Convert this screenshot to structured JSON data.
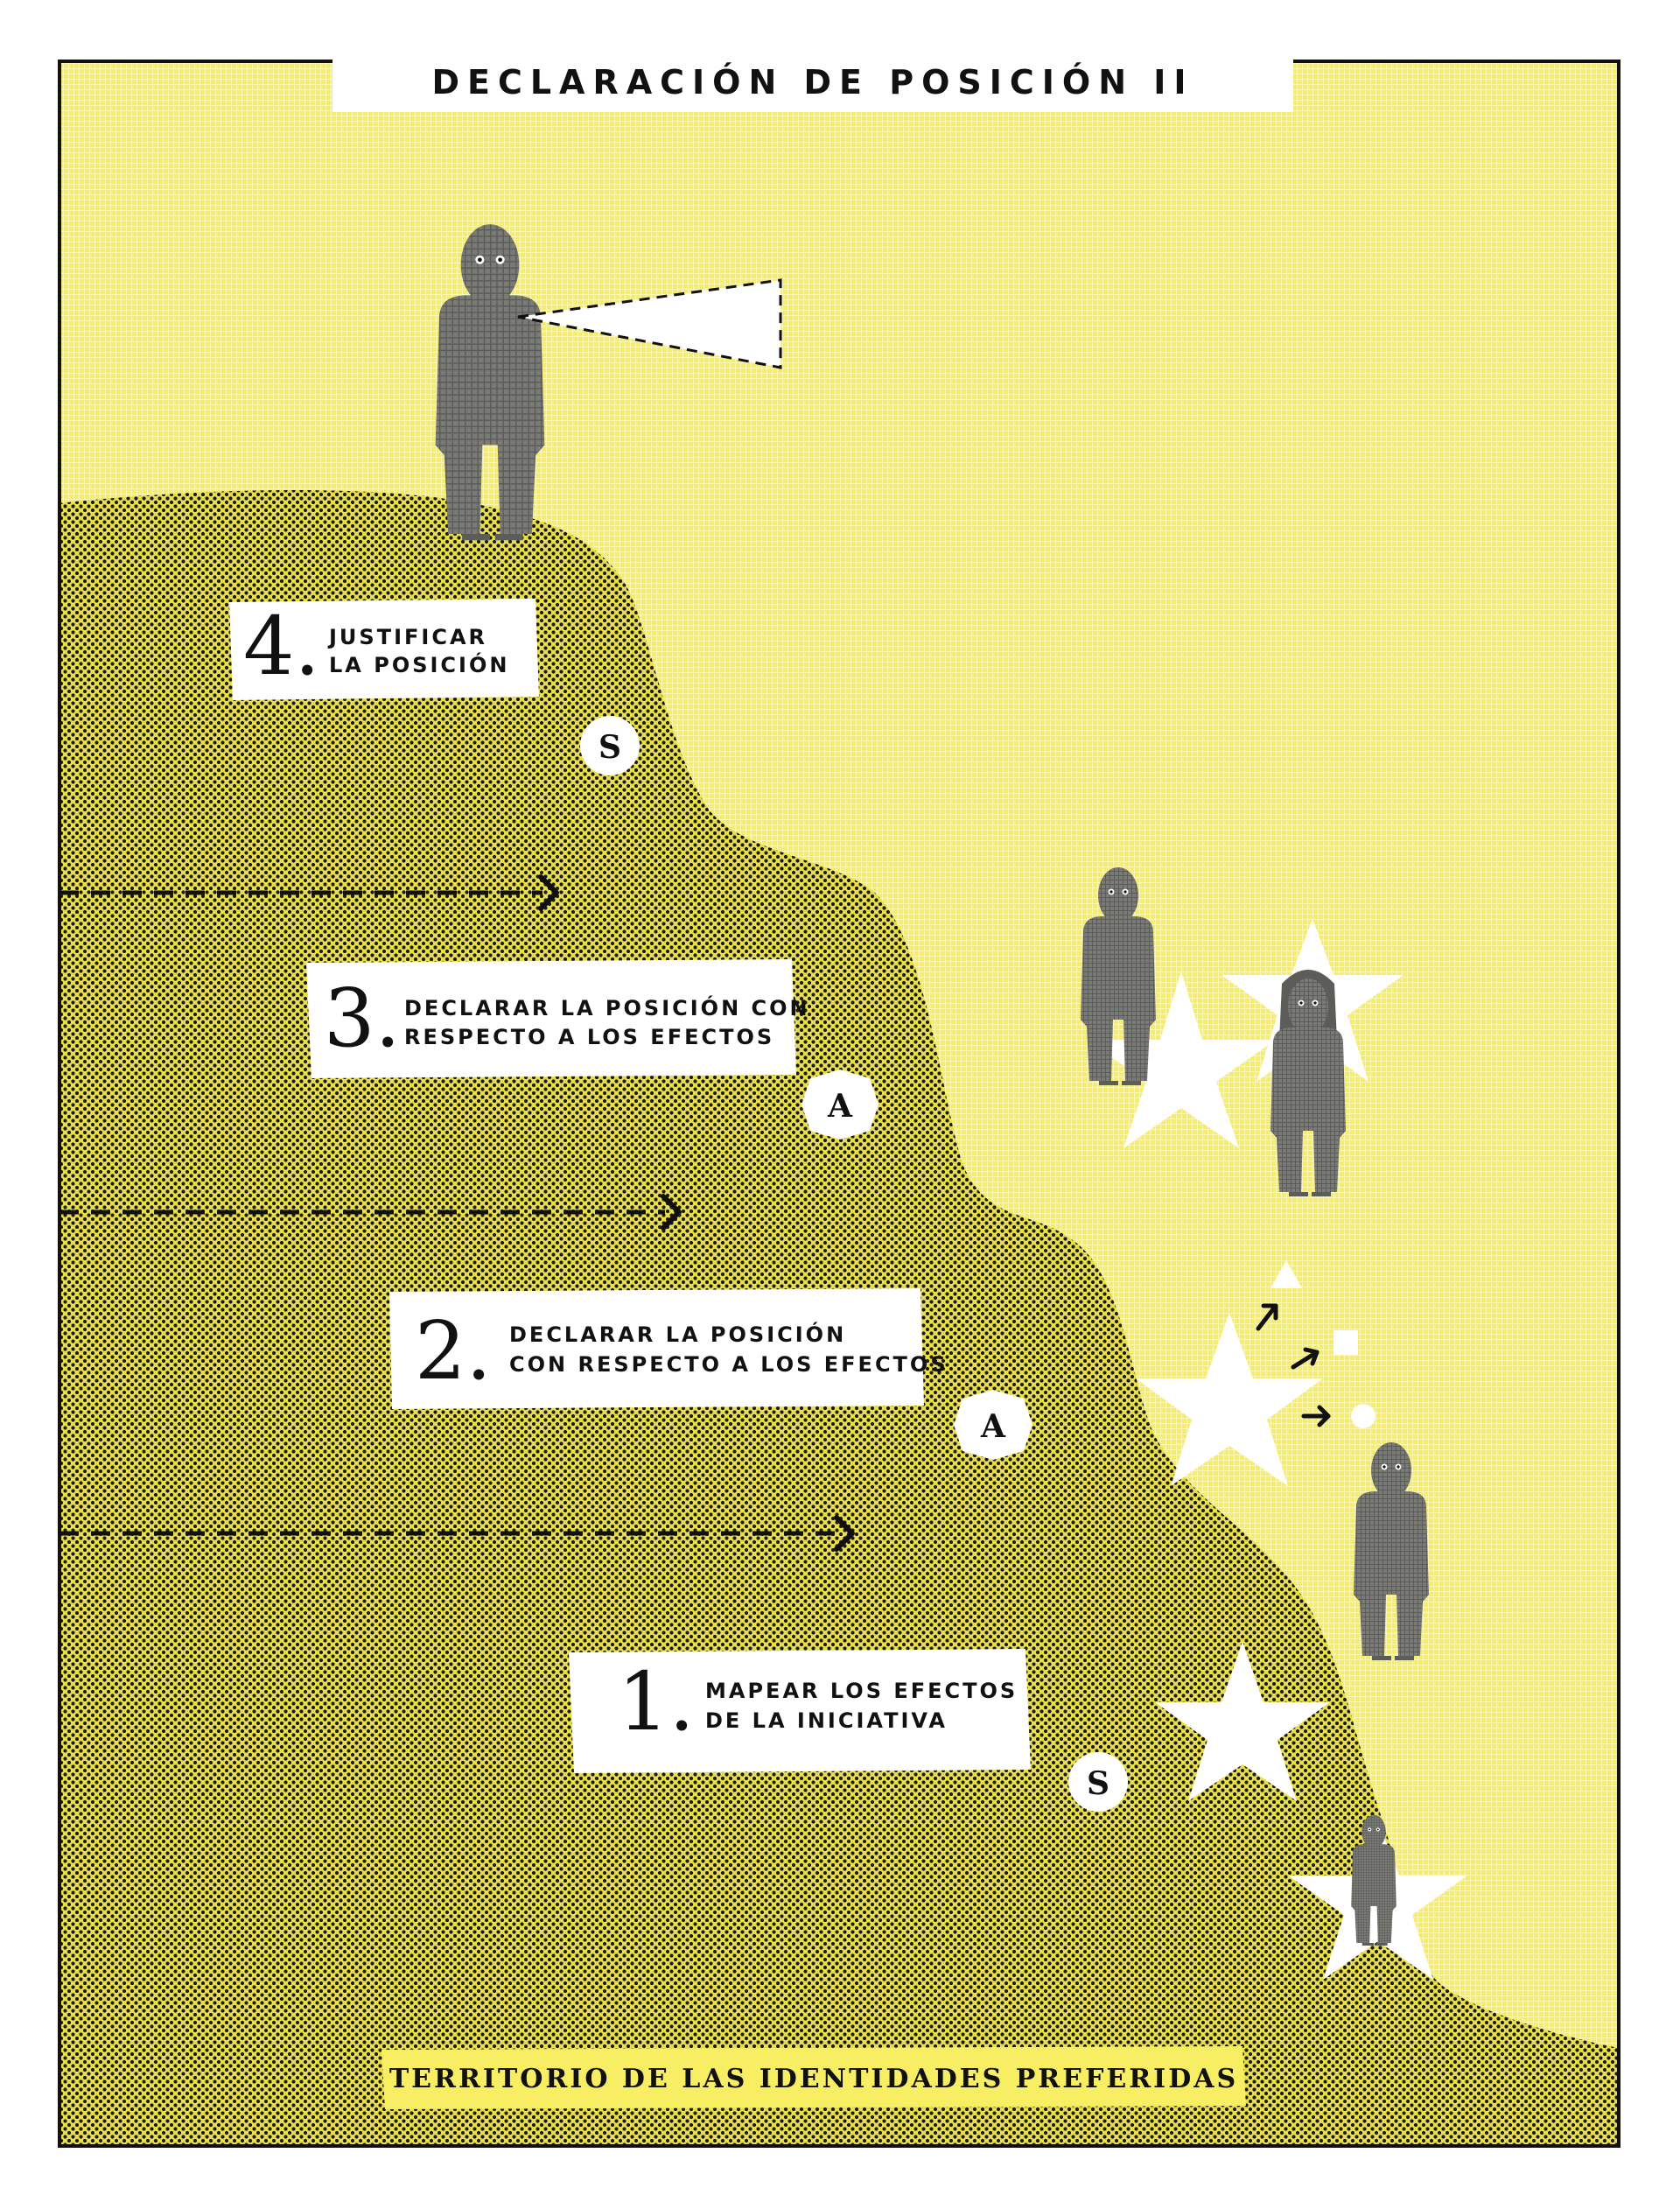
{
  "title": "DECLARACIÓN DE POSICIÓN II",
  "steps": [
    {
      "number": "4.",
      "line1": "JUSTIFICAR",
      "line2": "LA POSICIÓN"
    },
    {
      "number": "3.",
      "line1": "DECLARAR LA POSICIÓN CON",
      "line2": "RESPECTO A LOS EFECTOS"
    },
    {
      "number": "2.",
      "line1": "DECLARAR LA POSICIÓN",
      "line2": "CON RESPECTO A LOS EFECTOS"
    },
    {
      "number": "1.",
      "line1": "MAPEAR LOS EFECTOS",
      "line2": "DE LA INICIATIVA"
    }
  ],
  "markers": [
    "S",
    "A",
    "A",
    "S"
  ],
  "footer": "TERRITORIO DE LAS IDENTIDADES PREFERIDAS",
  "colors": {
    "background": "#f7ee63",
    "territory": "#e9de4c",
    "territory_dots": "#1a1a10",
    "figure": "#7a7a76",
    "ink": "#111111",
    "card": "#ffffff"
  }
}
